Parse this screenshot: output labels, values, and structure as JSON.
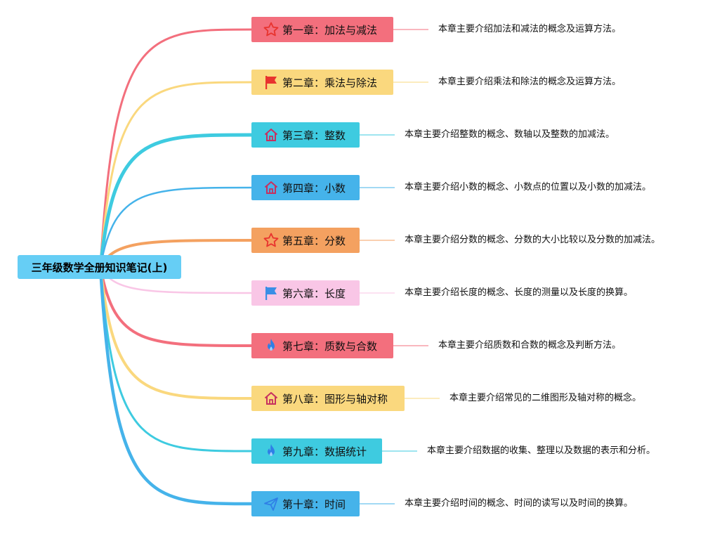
{
  "root": {
    "label": "三年级数学全册知识笔记(上)"
  },
  "chapters": [
    {
      "label": "第一章：加法与减法",
      "desc": "本章主要介绍加法和减法的概念及运算方法。",
      "icon": "star-icon",
      "color": "#f36f7d"
    },
    {
      "label": "第二章：乘法与除法",
      "desc": "本章主要介绍乘法和除法的概念及运算方法。",
      "icon": "flag-icon",
      "color": "#fad87e"
    },
    {
      "label": "第三章：整数",
      "desc": "本章主要介绍整数的概念、数轴以及整数的加减法。",
      "icon": "home-icon",
      "color": "#3ecbe0"
    },
    {
      "label": "第四章：小数",
      "desc": "本章主要介绍小数的概念、小数点的位置以及小数的加减法。",
      "icon": "home-icon",
      "color": "#45b3ea"
    },
    {
      "label": "第五章：分数",
      "desc": "本章主要介绍分数的概念、分数的大小比较以及分数的加减法。",
      "icon": "star-icon",
      "color": "#f4a160"
    },
    {
      "label": "第六章：长度",
      "desc": "本章主要介绍长度的概念、长度的测量以及长度的换算。",
      "icon": "flag-icon",
      "color": "#f9c6e6"
    },
    {
      "label": "第七章：质数与合数",
      "desc": "本章主要介绍质数和合数的概念及判断方法。",
      "icon": "fire-icon",
      "color": "#f36f7d"
    },
    {
      "label": "第八章：图形与轴对称",
      "desc": "本章主要介绍常见的二维图形及轴对称的概念。",
      "icon": "home-icon",
      "color": "#fad87e"
    },
    {
      "label": "第九章：数据统计",
      "desc": "本章主要介绍数据的收集、整理以及数据的表示和分析。",
      "icon": "fire-icon",
      "color": "#3ecbe0"
    },
    {
      "label": "第十章：时间",
      "desc": "本章主要介绍时间的概念、时间的读写以及时间的换算。",
      "icon": "send-icon",
      "color": "#45b3ea"
    }
  ]
}
